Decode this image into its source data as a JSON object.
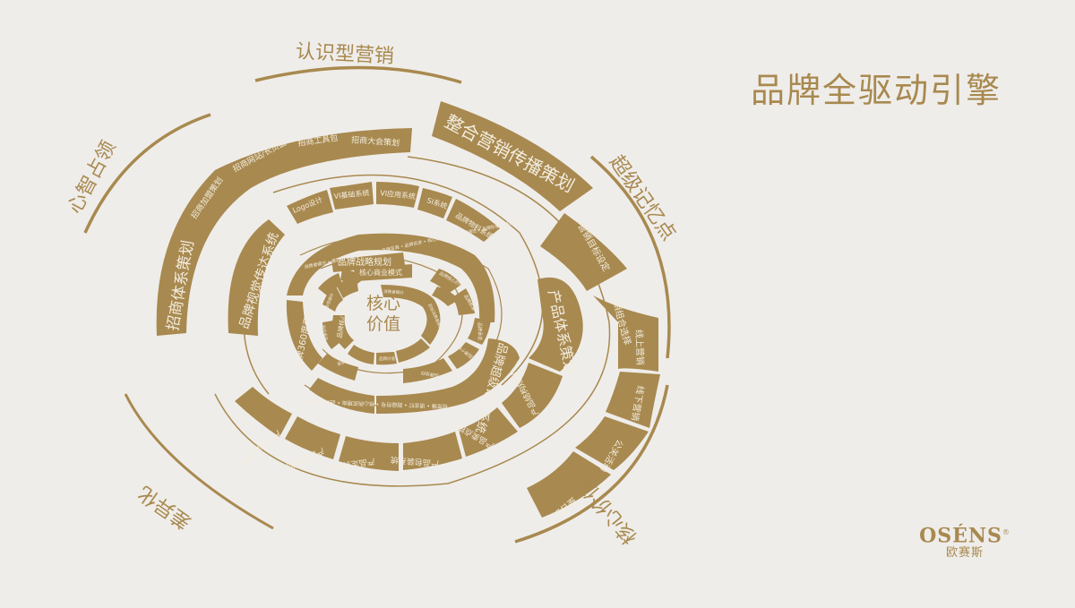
{
  "page": {
    "title": "品牌全驱动引擎",
    "logo": {
      "brand_en": "OSÉNS",
      "registered": "®",
      "brand_cn": "欧赛斯"
    }
  },
  "colors": {
    "background": "#efedea",
    "gold": "#a8894f",
    "segment_text": "#f3ede0"
  },
  "diagram": {
    "center": {
      "line1": "核心",
      "line2": "价值"
    },
    "outer_labels": [
      "认识型营销",
      "超级记忆点",
      "核心价值",
      "差异化",
      "心智占领"
    ],
    "rings": {
      "ring1_headers": [
        "核心商业模式",
        "品牌核心定位"
      ],
      "ring1_items": [
        "消费者细分",
        "目标消费者画像研究",
        "消费者需求",
        "品牌价值",
        "客户价值主张",
        "市场细分",
        "竞争分析",
        "关键资源"
      ],
      "ring2_headers": [
        "品牌战略规划",
        "品牌360度竞争力模型"
      ],
      "ring2_band_text": "消费者细分 • 差异化 • 目标市场定位 • 品牌写真 • 品牌诉求 • 核心购买理由 • 品牌调性 • 品牌形象 • 品牌传播动力",
      "ring2_items": [
        "品牌核心价值",
        "品牌故事",
        "品牌承诺",
        "品牌个性",
        "品牌信仰"
      ],
      "ring3_headers": [
        "品牌视觉传达系统",
        "品牌超级记忆系统"
      ],
      "ring3_items": [
        "Logo设计",
        "VI基础系统",
        "VI应用系统",
        "SI系统",
        "品牌物料系统"
      ],
      "ring3_band_text": "视觉锤 • 语言钉 • 超级符号 • 核心购买理由 • 品牌超级符号",
      "ring4_headers": [
        "招商体系策划",
        "产品体系策划"
      ],
      "ring4_top_items": [
        "招商加盟策划",
        "招商网站/长页面",
        "招商工具包",
        "招商大会策划"
      ],
      "ring4_bottom_items": [
        "产品结构规划",
        "产品卖点提炼",
        "产品包装系统",
        "产品定价策略",
        "产品线规划",
        "产品组合策略"
      ],
      "ring5_headers": [
        "整合营销传播策划"
      ],
      "ring5_items": [
        "营销目标设定",
        "营销组合选择",
        "线上营销",
        "线下营销",
        "公关活动",
        "整合投放"
      ]
    }
  }
}
